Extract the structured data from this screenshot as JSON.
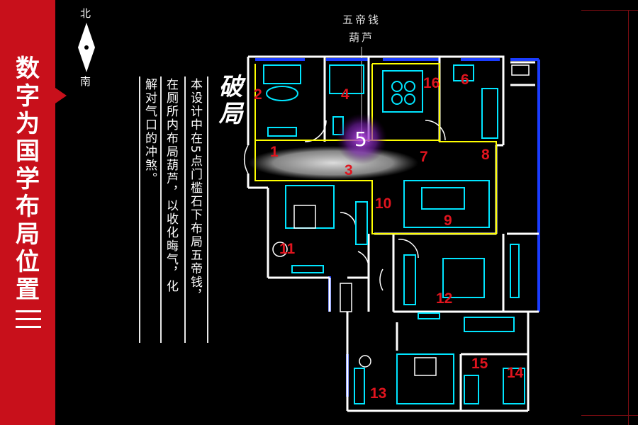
{
  "sidebar": {
    "title": "数字为国学布局位置"
  },
  "compass": {
    "north": "北",
    "south": "南"
  },
  "heading": "破局",
  "description": {
    "col1": "本设计中在5点门槛石下布局五帝钱，",
    "col2": "在厕所内布局葫芦，以收化晦气，化",
    "col3": "解对气口的冲煞。"
  },
  "callout": {
    "line1": "五帝钱",
    "line2": "葫芦"
  },
  "floorplan": {
    "labels": [
      "1",
      "2",
      "3",
      "4",
      "5",
      "6",
      "7",
      "8",
      "9",
      "10",
      "11",
      "12",
      "13",
      "14",
      "15",
      "16"
    ]
  },
  "colors": {
    "accent": "#c8101b",
    "number": "#e0141e",
    "wall": "#ffffff",
    "furniture": "#00e5ff",
    "window": "#1a3cff",
    "zone": "#ffff00",
    "glow": "#a030d0"
  }
}
